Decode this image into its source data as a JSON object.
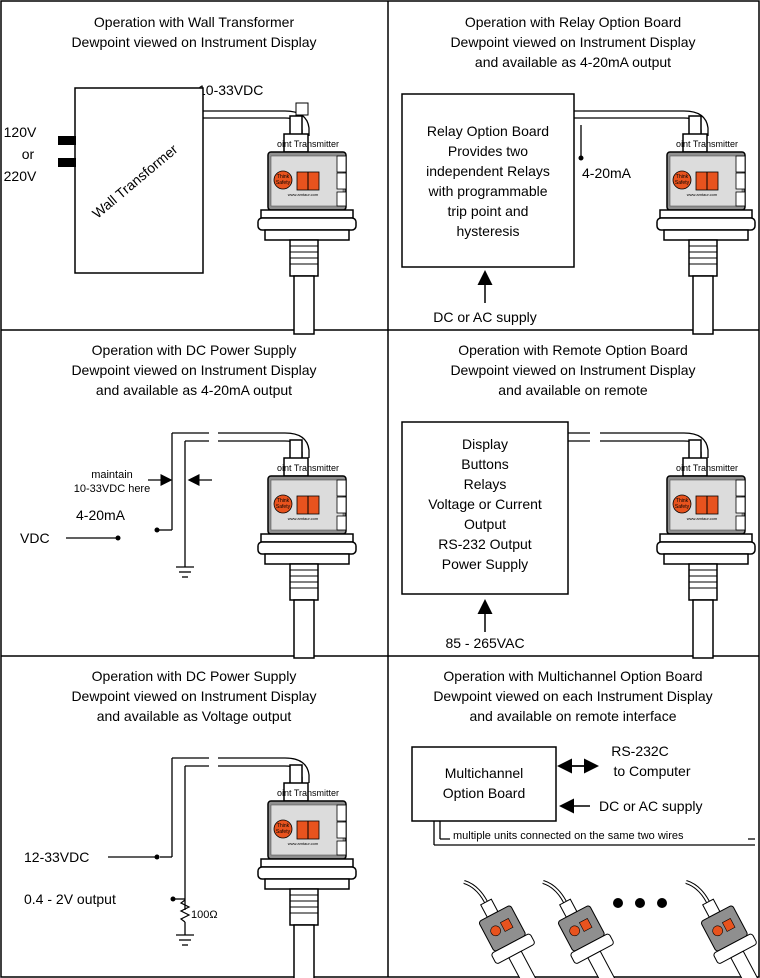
{
  "panels": {
    "wall": {
      "title1": "Operation with Wall Transformer",
      "title2": "Dewpoint viewed on Instrument Display",
      "voltage": "10-33VDC",
      "v1": "120V",
      "v_or": "or",
      "v2": "220V",
      "transformer": "Wall Transformer"
    },
    "relay": {
      "title1": "Operation with Relay Option Board",
      "title2": "Dewpoint viewed on Instrument Display",
      "title3": "and available as 4-20mA output",
      "board_lines": [
        "Relay Option Board",
        "Provides two",
        "independent Relays",
        "with programmable",
        "trip point and",
        "hysteresis"
      ],
      "output": "4-20mA",
      "supply": "DC or AC supply"
    },
    "dc1": {
      "title1": "Operation with DC Power Supply",
      "title2": "Dewpoint viewed on Instrument Display",
      "title3": "and available as 4-20mA output",
      "maintain1": "maintain",
      "maintain2": "10-33VDC here",
      "output": "4-20mA",
      "vdc": "VDC"
    },
    "remote": {
      "title1": "Operation with Remote Option Board",
      "title2": "Dewpoint viewed on Instrument Display",
      "title3": "and available on remote",
      "board_lines": [
        "Display",
        "Buttons",
        "Relays",
        "Voltage or Current",
        "Output",
        "RS-232 Output",
        "Power Supply"
      ],
      "supply": "85 - 265VAC"
    },
    "dc2": {
      "title1": "Operation with DC Power Supply",
      "title2": "Dewpoint viewed on Instrument Display",
      "title3": "and available as Voltage output",
      "input": "12-33VDC",
      "output": "0.4 - 2V output",
      "resistor": "100Ω"
    },
    "multi": {
      "title1": "Operation with Multichannel Option Board",
      "title2": "Dewpoint viewed on each Instrument Display",
      "title3": "and available on remote interface",
      "board1": "Multichannel",
      "board2": "Option Board",
      "rs1": "RS-232C",
      "rs2": "to Computer",
      "supply": "DC or AC supply",
      "bus": "multiple units connected on the same two wires"
    }
  },
  "transmitter": {
    "label": "oint Transmitter",
    "badge1": "Think",
    "badge2": "Safety",
    "web": "www.amtaur.com"
  },
  "colors": {
    "line": "#000000",
    "housing": "#8f8f8f",
    "badge": "#e8531e",
    "book": "#e8531e"
  }
}
